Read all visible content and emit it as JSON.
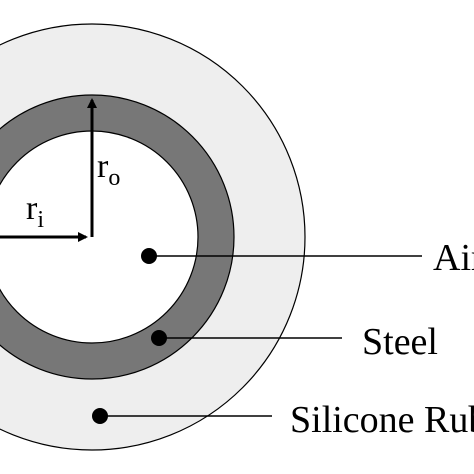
{
  "diagram": {
    "radius_labels": {
      "inner": {
        "base": "r",
        "sub": "i"
      },
      "outer": {
        "base": "r",
        "sub": "o"
      }
    },
    "callouts": {
      "air": "Air",
      "steel": "Steel",
      "silicone": "Silicone Rubber"
    },
    "colors": {
      "silicone_fill": "#eeeeee",
      "steel_fill": "#777777",
      "air_fill": "#ffffff",
      "outline": "#000000"
    }
  }
}
